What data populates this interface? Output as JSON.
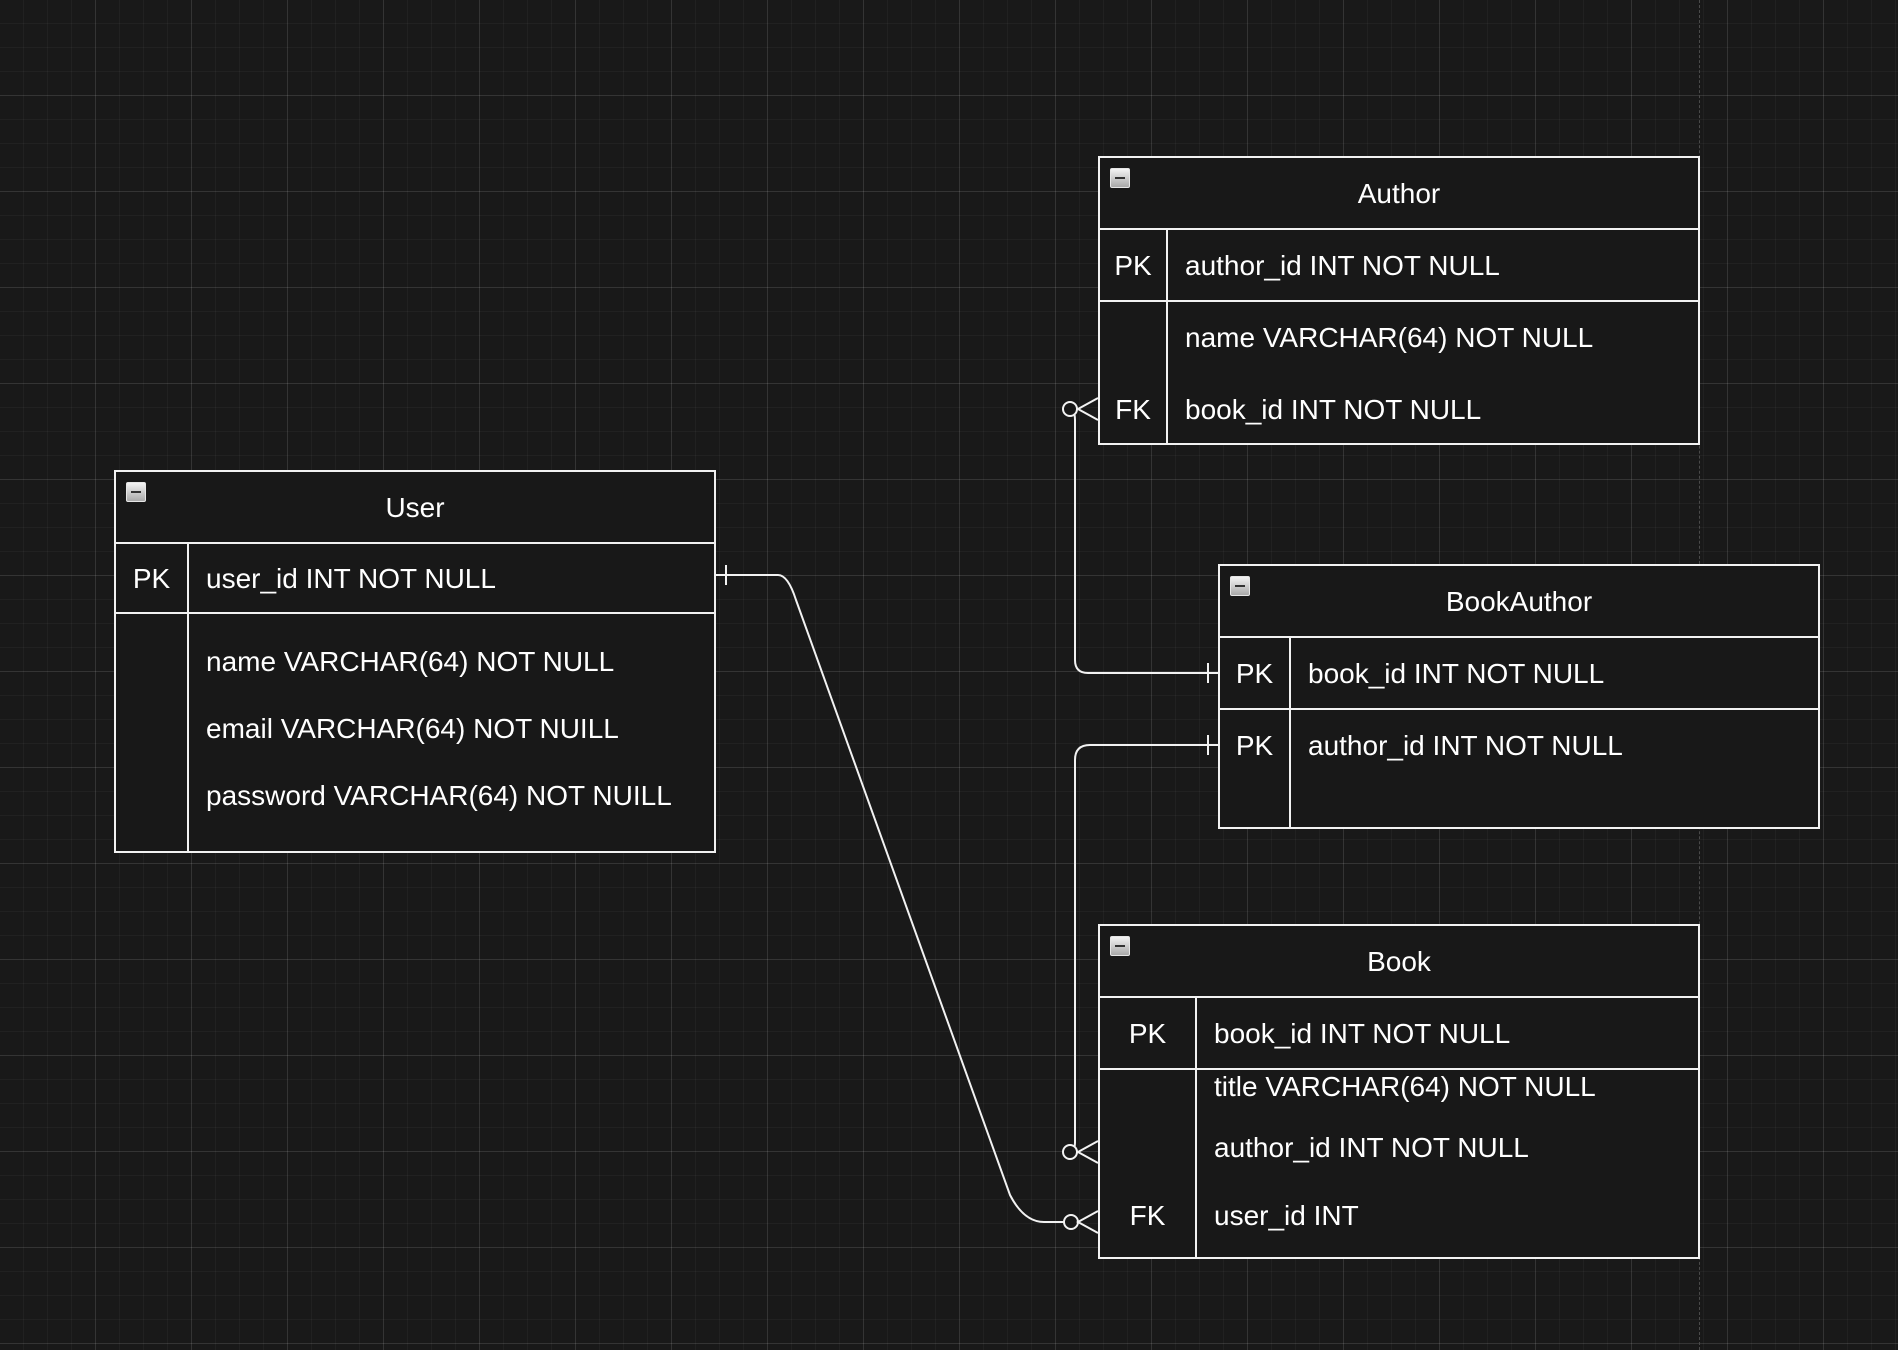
{
  "entities": {
    "user": {
      "title": "User",
      "pk_key": "PK",
      "pk_field": "user_id INT NOT NULL",
      "fields": [
        "name VARCHAR(64) NOT NULL",
        "email VARCHAR(64) NOT NUILL",
        "password VARCHAR(64) NOT NUILL"
      ]
    },
    "author": {
      "title": "Author",
      "pk_key": "PK",
      "pk_field": "author_id INT NOT NULL",
      "fields": [
        "name VARCHAR(64) NOT NULL",
        "book_id INT NOT NULL"
      ],
      "fk_key": "FK"
    },
    "bookauthor": {
      "title": "BookAuthor",
      "pk1_key": "PK",
      "pk1_field": "book_id INT NOT NULL",
      "pk2_key": "PK",
      "pk2_field": "author_id INT NOT NULL"
    },
    "book": {
      "title": "Book",
      "pk_key": "PK",
      "pk_field": "book_id INT NOT NULL",
      "fields": [
        "title VARCHAR(64) NOT NULL",
        "author_id INT NOT NULL",
        "user_id INT"
      ],
      "fk_key": "FK"
    }
  },
  "relationships": [
    {
      "from": "User.user_id",
      "to": "Book.user_id",
      "from_end": "one",
      "to_end": "zero-or-many"
    },
    {
      "from": "BookAuthor.book_id",
      "to": "Author.book_id",
      "from_end": "one",
      "to_end": "zero-or-many"
    },
    {
      "from": "BookAuthor.author_id",
      "to": "Book.author_id",
      "from_end": "one",
      "to_end": "zero-or-many"
    }
  ]
}
